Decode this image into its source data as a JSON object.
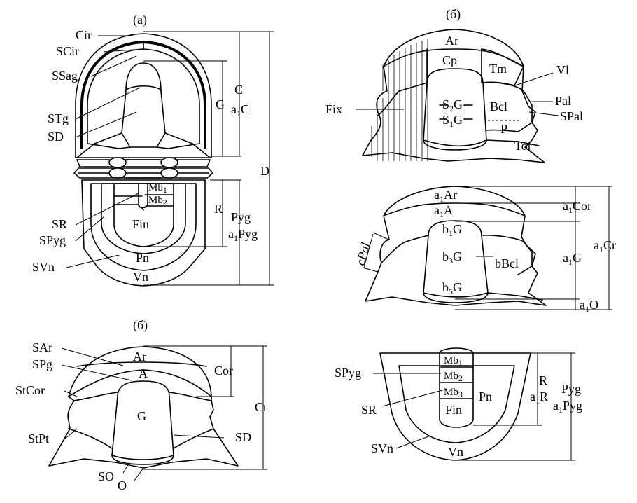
{
  "captions": {
    "a": "(а)",
    "b_top": "(б)",
    "b_bottom": "(б)"
  },
  "fig_a": {
    "left_labels": [
      "Cir",
      "SCir",
      "SSag",
      "STg",
      "SD",
      "SR",
      "SPyg",
      "SVn"
    ],
    "inner_labels": {
      "mb1": "Mb",
      "mb1_sub": "1",
      "mb2": "Mb",
      "mb2_sub": "2",
      "fin": "Fin",
      "pn": "Pn",
      "vn": "Vn"
    },
    "right_labels": {
      "G": "G",
      "C": "C",
      "a1C_a": "a",
      "a1C_sub": "1",
      "a1C_b": "C",
      "D": "D",
      "R": "R",
      "Pyg": "Pyg",
      "a1Pyg_a": "a",
      "a1Pyg_sub": "1",
      "a1Pyg_b": "Pyg"
    }
  },
  "fig_b_top": {
    "labels": {
      "Ar": "Ar",
      "Cp": "Cp",
      "Tm": "Tm",
      "Vl": "Vl",
      "Pal": "Pal",
      "SPal": "SPal",
      "Fix": "Fix",
      "Bcl": "Bcl",
      "P": "P",
      "Tor": "Tor"
    },
    "s2g": {
      "a": "S",
      "sub": "2",
      "b": "G"
    },
    "s1g": {
      "a": "S",
      "sub": "1",
      "b": "G"
    }
  },
  "fig_b_mid": {
    "a1Ar": {
      "a": "a",
      "sub": "1",
      "b": "Ar"
    },
    "a1A": {
      "a": "a",
      "sub": "1",
      "b": "A"
    },
    "b1G": {
      "a": "b",
      "sub": "1",
      "b": "G"
    },
    "b3G": {
      "a": "b",
      "sub": "3",
      "b": "G"
    },
    "b5G": {
      "a": "b",
      "sub": "5",
      "b": "G"
    },
    "bBcl": "bBcl",
    "cPal": "cPal",
    "a1Cor": {
      "a": "a",
      "sub": "1",
      "b": "Cor"
    },
    "a1G": {
      "a": "a",
      "sub": "1",
      "b": "G"
    },
    "a1Cr": {
      "a": "a",
      "sub": "1",
      "b": "Cr"
    },
    "a1O": {
      "a": "a",
      "sub": "1",
      "b": "O"
    }
  },
  "fig_b_bottom": {
    "labels": {
      "SAr": "SAr",
      "SPg": "SPg",
      "StCor": "StCor",
      "StPt": "StPt",
      "Ar": "Ar",
      "A": "A",
      "G": "G",
      "Cor": "Cor",
      "Cr": "Cr",
      "SD": "SD",
      "SO": "SO",
      "O": "O"
    }
  },
  "fig_pyg": {
    "labels": {
      "SPyg": "SPyg",
      "SR": "SR",
      "SVn": "SVn",
      "Pn": "Pn",
      "Fin": "Fin",
      "Vn": "Vn",
      "R": "R",
      "Pyg": "Pyg"
    },
    "mb1": {
      "a": "Mb",
      "sub": "1"
    },
    "mb2": {
      "a": "Mb",
      "sub": "2"
    },
    "mb3": {
      "a": "Mb",
      "sub": "3"
    },
    "a1R": {
      "a": "a",
      "sub": "1",
      "b": "R"
    },
    "a1Pyg": {
      "a": "a",
      "sub": "1",
      "b": "Pyg"
    }
  }
}
